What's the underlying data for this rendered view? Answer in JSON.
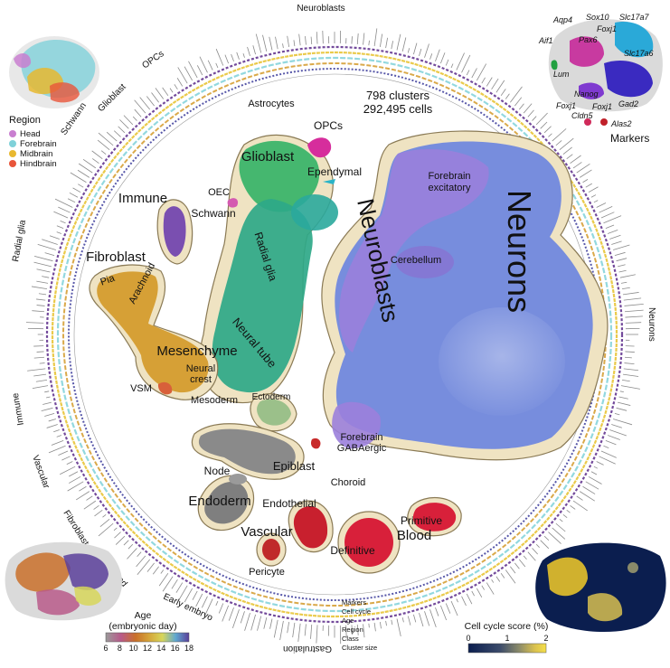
{
  "summary": {
    "clusters": "798 clusters",
    "cells": "292,495 cells"
  },
  "big_labels": {
    "neurons": "Neurons",
    "neuroblasts": "Neuroblasts"
  },
  "cluster_labels": [
    {
      "id": "astrocytes",
      "text": "Astrocytes"
    },
    {
      "id": "opcs",
      "text": "OPCs"
    },
    {
      "id": "glioblast",
      "text": "Glioblast"
    },
    {
      "id": "ependymal",
      "text": "Ependymal"
    },
    {
      "id": "oec",
      "text": "OEC"
    },
    {
      "id": "schwann",
      "text": "Schwann"
    },
    {
      "id": "immune",
      "text": "Immune"
    },
    {
      "id": "forebrain-excitatory",
      "text": "Forebrain"
    },
    {
      "id": "forebrain-excitatory-2",
      "text": "excitatory"
    },
    {
      "id": "cerebellum",
      "text": "Cerebellum"
    },
    {
      "id": "fibroblast",
      "text": "Fibroblast"
    },
    {
      "id": "pia",
      "text": "Pia"
    },
    {
      "id": "arachnoid",
      "text": "Arachnoid"
    },
    {
      "id": "radial-glia",
      "text": "Radial glia"
    },
    {
      "id": "mesenchyme",
      "text": "Mesenchyme"
    },
    {
      "id": "neural-tube",
      "text": "Neural tube"
    },
    {
      "id": "neural",
      "text": "Neural"
    },
    {
      "id": "crest",
      "text": "crest"
    },
    {
      "id": "vsm",
      "text": "VSM"
    },
    {
      "id": "mesoderm",
      "text": "Mesoderm"
    },
    {
      "id": "ectoderm",
      "text": "Ectoderm"
    },
    {
      "id": "forebrain-gaba",
      "text": "Forebrain"
    },
    {
      "id": "gabaergic",
      "text": "GABAergic"
    },
    {
      "id": "epiblast",
      "text": "Epiblast"
    },
    {
      "id": "choroid",
      "text": "Choroid"
    },
    {
      "id": "node",
      "text": "Node"
    },
    {
      "id": "endoderm",
      "text": "Endoderm"
    },
    {
      "id": "endothelial",
      "text": "Endothelial"
    },
    {
      "id": "primitive",
      "text": "Primitive"
    },
    {
      "id": "vascular",
      "text": "Vascular"
    },
    {
      "id": "blood",
      "text": "Blood"
    },
    {
      "id": "definitive",
      "text": "Definitive"
    },
    {
      "id": "pericyte",
      "text": "Pericyte"
    }
  ],
  "ring_labels": {
    "neuroblasts": "Neuroblasts",
    "opcs": "OPCs",
    "glioblast": "Glioblast",
    "schwann": "Schwann",
    "radial_glia": "Radial glia",
    "immune": "Immune",
    "vascular": "Vascular",
    "fibroblast": "Fibroblast",
    "blood": "Blood",
    "early_embryo": "Early embryo",
    "gastrulation": "Gastrulation",
    "neurons": "Neurons"
  },
  "track_legend": [
    "Markers",
    "Cell cycle",
    "Age",
    "Region",
    "Class",
    "Cluster size"
  ],
  "region_legend": {
    "title": "Region",
    "items": [
      {
        "label": "Head",
        "color": "#c97fd0"
      },
      {
        "label": "Forebrain",
        "color": "#7fd1d9"
      },
      {
        "label": "Midbrain",
        "color": "#e8b830"
      },
      {
        "label": "Hindbrain",
        "color": "#e8553a"
      }
    ]
  },
  "markers_panel": {
    "title": "Markers",
    "genes": [
      "Aqp4",
      "Sox10",
      "Slc17a7",
      "Foxj1",
      "Aif1",
      "Pax6",
      "Slc17a6",
      "Lum",
      "Nanog",
      "Gad2",
      "Foxj1",
      "Cldn5",
      "Foxj1",
      "Alas2"
    ]
  },
  "age_legend": {
    "title": "Age",
    "subtitle": "(embryonic day)",
    "ticks": [
      "6",
      "8",
      "10",
      "12",
      "14",
      "16",
      "18"
    ],
    "colors": [
      "#9a9a9a",
      "#b85a8a",
      "#c9702a",
      "#d5a53a",
      "#d7d65a",
      "#5fa8d0",
      "#5a3f9a"
    ]
  },
  "cellcycle_legend": {
    "title": "Cell cycle score (%)",
    "ticks": [
      "0",
      "1",
      "2"
    ],
    "colors": [
      "#0b1e4f",
      "#3a4a6a",
      "#8a8a6a",
      "#d8c050",
      "#f6e04a"
    ]
  },
  "colors": {
    "neurons": "#6d86e0",
    "neuroblasts": "#9b7fdc",
    "glia": "#2ea888",
    "glioblast": "#3bb46a",
    "fibroblast": "#d49a2a",
    "immune": "#7a4fb0",
    "blood": "#d8203a",
    "endoderm": "#7f7f7f",
    "contour": "#efe3c2",
    "ring_purple": "#5a2a8a",
    "ring_yellow": "#e6c12a"
  }
}
